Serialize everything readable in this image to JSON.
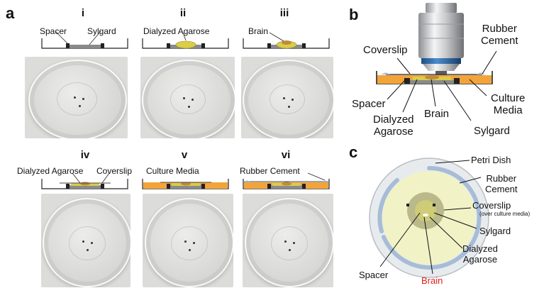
{
  "panels": {
    "a": "a",
    "b": "b",
    "c": "c"
  },
  "steps": [
    {
      "numeral": "i",
      "labels": [
        "Spacer",
        "Sylgard"
      ]
    },
    {
      "numeral": "ii",
      "labels": [
        "Dialyzed Agarose"
      ]
    },
    {
      "numeral": "iii",
      "labels": [
        "Brain"
      ]
    },
    {
      "numeral": "iv",
      "labels": [
        "Dialyzed Agarose",
        "Coverslip"
      ]
    },
    {
      "numeral": "v",
      "labels": [
        "Culture Media"
      ]
    },
    {
      "numeral": "vi",
      "labels": [
        "Rubber Cement"
      ]
    }
  ],
  "panel_b": {
    "labels": {
      "coverslip": "Coverslip",
      "rubber_cement": "Rubber\nCement",
      "spacer": "Spacer",
      "dialyzed_agarose": "Dialyzed\nAgarose",
      "brain": "Brain",
      "sylgard": "Sylgard",
      "culture_media": "Culture\nMedia"
    }
  },
  "panel_c": {
    "labels": {
      "petri_dish": "Petri Dish",
      "rubber_cement": "Rubber\nCement",
      "coverslip": "Coverslip",
      "coverslip_note": "(over culture media)",
      "sylgard": "Sylgard",
      "dialyzed_agarose": "Dialyzed\nAgarose",
      "spacer": "Spacer",
      "brain": "Brain"
    }
  },
  "colors": {
    "sylgard": "#8a8a8a",
    "agarose": "#d9cd4a",
    "culture_media": "#f2a43a",
    "rubber_cement": "#a7bcd6",
    "coverslip_fill": "#f1f2c6",
    "brain_label": "#e0201b"
  }
}
